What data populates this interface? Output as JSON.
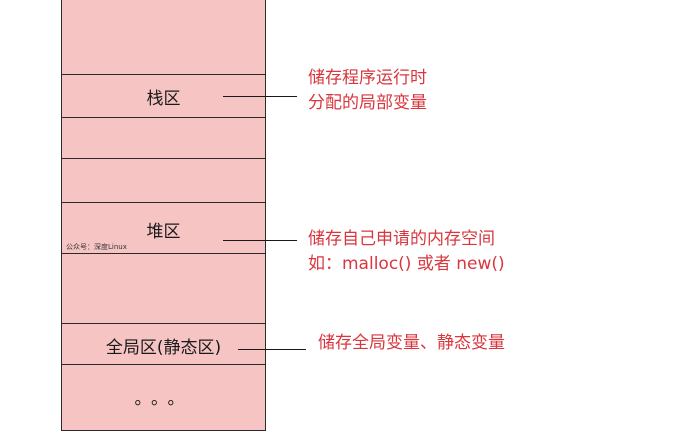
{
  "regions": {
    "stack_label": "栈区",
    "heap_label": "堆区",
    "global_label": "全局区(静态区)",
    "ellipsis": "。。。"
  },
  "watermark": "公众号：深度Linux",
  "notes": {
    "stack_line1": "储存程序运行时",
    "stack_line2": "分配的局部变量",
    "heap_line1": "储存自己申请的内存空间",
    "heap_line2": "如：malloc() 或者 new()",
    "global_line1": "储存全局变量、静态变量"
  },
  "colors": {
    "block_fill": "#f7c4c4",
    "note_text": "#d9363e",
    "line": "#2b2b2b"
  }
}
